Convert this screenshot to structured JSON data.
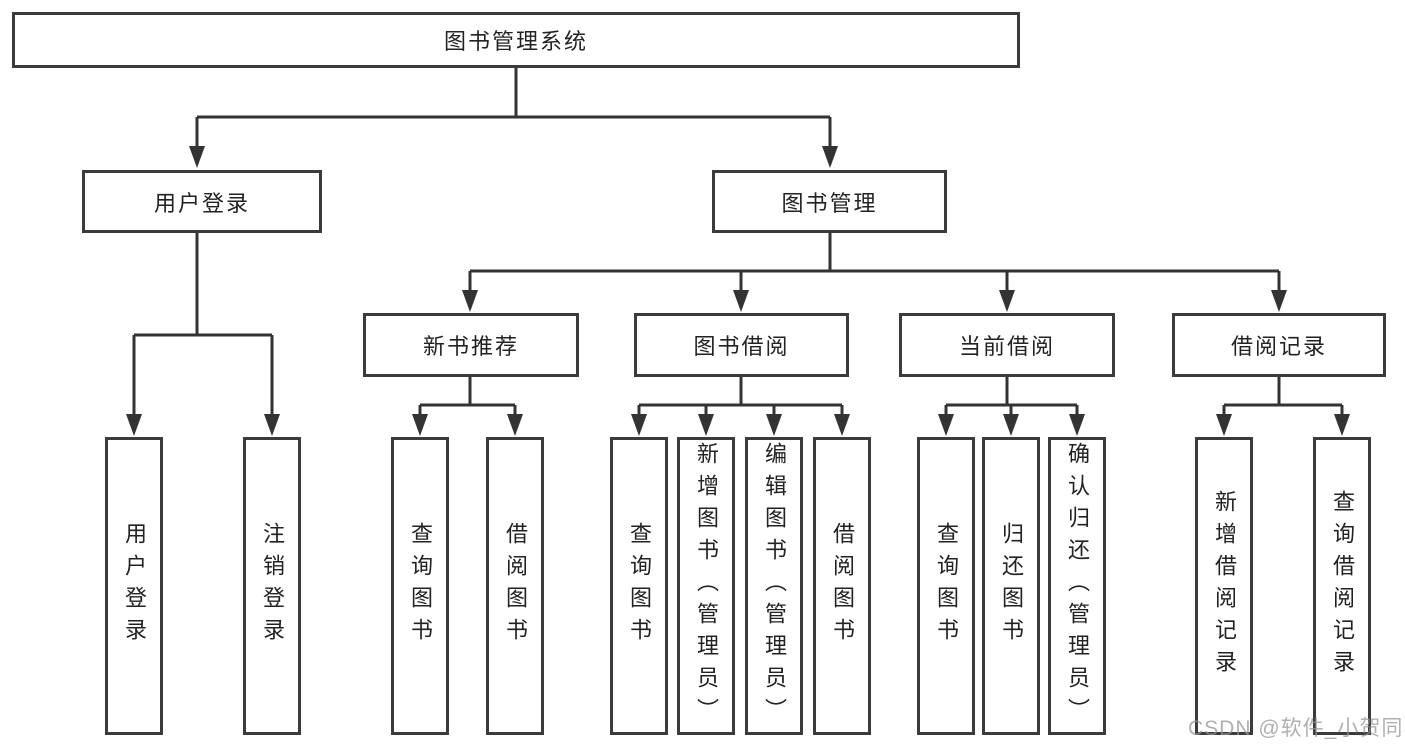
{
  "diagram": {
    "type": "hierarchy-tree",
    "nodes": {
      "root": "图书管理系统",
      "user_login": "用户登录",
      "book_mgmt": "图书管理",
      "login_leaf": "用户登录",
      "logout_leaf": "注销登录",
      "new_books": "新书推荐",
      "book_borrow": "图书借阅",
      "current_borrow": "当前借阅",
      "borrow_records": "借阅记录",
      "nb_query_books": "查询图书",
      "nb_borrow_books": "借阅图书",
      "bb_query_books": "查询图书",
      "bb_add_books": "新增图书（管理员）",
      "bb_edit_books": "编辑图书（管理员）",
      "bb_borrow_books": "借阅图书",
      "cb_query_books": "查询图书",
      "cb_return_books": "归还图书",
      "cb_confirm_return": "确认归还（管理员）",
      "br_add_record": "新增借阅记录",
      "br_query_record": "查询借阅记录"
    },
    "hierarchy": {
      "图书管理系统": {
        "用户登录": [
          "用户登录",
          "注销登录"
        ],
        "图书管理": {
          "新书推荐": [
            "查询图书",
            "借阅图书"
          ],
          "图书借阅": [
            "查询图书",
            "新增图书（管理员）",
            "编辑图书（管理员）",
            "借阅图书"
          ],
          "当前借阅": [
            "查询图书",
            "归还图书",
            "确认归还（管理员）"
          ],
          "借阅记录": [
            "新增借阅记录",
            "查询借阅记录"
          ]
        }
      }
    },
    "colors": {
      "line": "#333333",
      "box_border": "#3b3b3b",
      "box_fill": "#ffffff",
      "text": "#222222",
      "watermark": "#969696",
      "background": "#ffffff"
    }
  },
  "watermark": "CSDN @软件_小贺同学"
}
